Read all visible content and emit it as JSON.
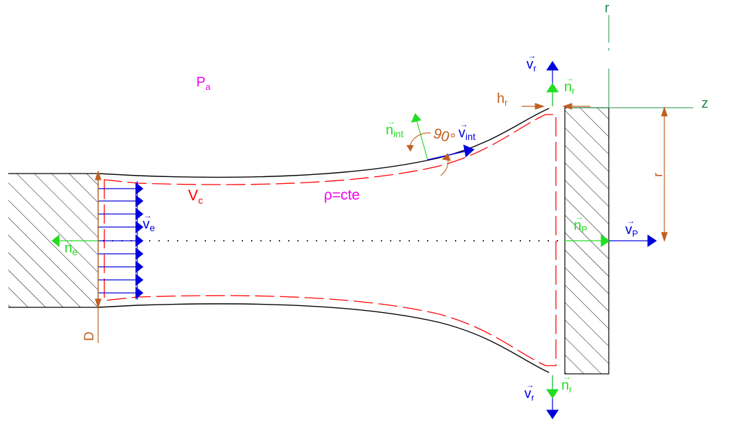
{
  "labels": {
    "pa_main": "P",
    "pa_sub": "a",
    "vc_main": "V",
    "vc_sub": "c",
    "rho": "ρ=cte",
    "ve_main": "v",
    "ve_sub": "e",
    "ne_main": "n",
    "ne_sub": "e",
    "d_label": "D",
    "nint_main": "n",
    "nint_sub": "int",
    "vint_main": "v",
    "vint_sub": "int",
    "angle": "90°",
    "hr_main": "h",
    "hr_sub": "r",
    "vr_top_main": "v",
    "vr_top_sub": "r",
    "nr_top_main": "n",
    "nr_top_sub": "r",
    "vr_bot_main": "v",
    "vr_bot_sub": "r",
    "nr_bot_main": "n",
    "nr_bot_sub": "r",
    "np_main": "n",
    "np_sub": "P",
    "vp_main": "v",
    "vp_sub": "P",
    "r_axis": "r",
    "z_axis": "z",
    "r_dim": "r"
  },
  "colors": {
    "velocity": "#0000dd",
    "normal": "#22dd22",
    "dimension": "#c06020",
    "control_volume": "#ff0000",
    "constant": "#ee00ee",
    "outline": "#000000"
  }
}
